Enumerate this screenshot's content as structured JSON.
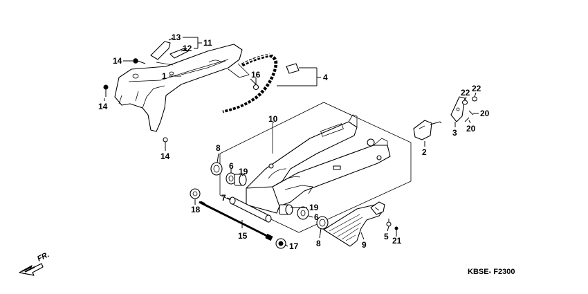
{
  "callouts": {
    "c1": "1",
    "c2": "2",
    "c3": "3",
    "c4": "4",
    "c5": "5",
    "c6a": "6",
    "c6b": "6",
    "c7": "7",
    "c8a": "8",
    "c8b": "8",
    "c9": "9",
    "c10": "10",
    "c11": "11",
    "c12": "12",
    "c13": "13",
    "c14a": "14",
    "c14b": "14",
    "c14c": "14",
    "c15": "15",
    "c16": "16",
    "c17": "17",
    "c18": "18",
    "c19a": "19",
    "c19b": "19",
    "c20a": "20",
    "c20b": "20",
    "c21": "21",
    "c22a": "22",
    "c22b": "22"
  },
  "direction": {
    "label": "FR."
  },
  "diagram_code": "KBSE- F2300"
}
